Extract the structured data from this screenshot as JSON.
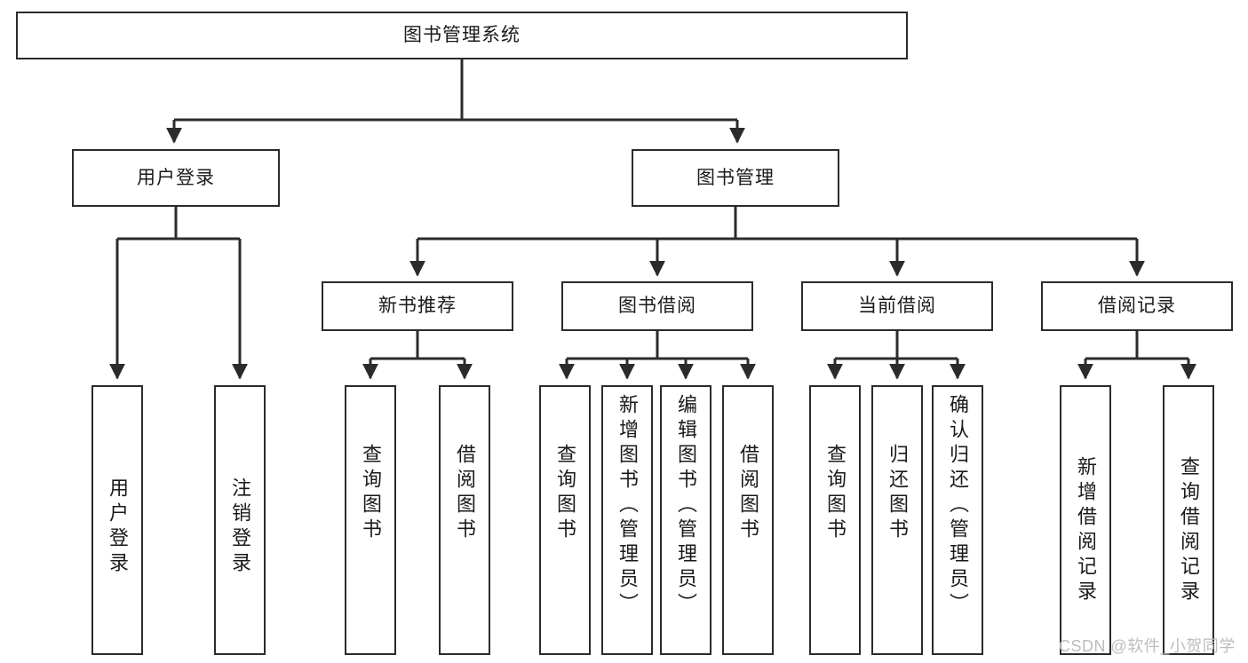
{
  "diagram": {
    "title": "图书管理系统",
    "type": "tree",
    "root": {
      "id": "root",
      "label": "图书管理系统",
      "orientation": "horizontal"
    },
    "level2": [
      {
        "id": "user-login",
        "label": "用户登录",
        "orientation": "horizontal"
      },
      {
        "id": "book-manage",
        "label": "图书管理",
        "orientation": "horizontal"
      }
    ],
    "level3": [
      {
        "id": "new-book-recommend",
        "label": "新书推荐",
        "orientation": "horizontal",
        "parent": "book-manage"
      },
      {
        "id": "book-borrow",
        "label": "图书借阅",
        "orientation": "horizontal",
        "parent": "book-manage"
      },
      {
        "id": "current-borrow",
        "label": "当前借阅",
        "orientation": "horizontal",
        "parent": "book-manage"
      },
      {
        "id": "borrow-record",
        "label": "借阅记录",
        "orientation": "horizontal",
        "parent": "book-manage"
      }
    ],
    "leaves": [
      {
        "id": "leaf-user-login",
        "label": "用户登录",
        "parent": "user-login",
        "orientation": "vertical"
      },
      {
        "id": "leaf-user-logout",
        "label": "注销登录",
        "parent": "user-login",
        "orientation": "vertical"
      },
      {
        "id": "leaf-query-book-1",
        "label": "查询图书",
        "parent": "new-book-recommend",
        "orientation": "vertical"
      },
      {
        "id": "leaf-borrow-book-1",
        "label": "借阅图书",
        "parent": "new-book-recommend",
        "orientation": "vertical"
      },
      {
        "id": "leaf-query-book-2",
        "label": "查询图书",
        "parent": "book-borrow",
        "orientation": "vertical"
      },
      {
        "id": "leaf-add-book",
        "label": "新增图书（管理员）",
        "parent": "book-borrow",
        "orientation": "vertical"
      },
      {
        "id": "leaf-edit-book",
        "label": "编辑图书（管理员）",
        "parent": "book-borrow",
        "orientation": "vertical"
      },
      {
        "id": "leaf-borrow-book-2",
        "label": "借阅图书",
        "parent": "book-borrow",
        "orientation": "vertical"
      },
      {
        "id": "leaf-query-book-3",
        "label": "查询图书",
        "parent": "current-borrow",
        "orientation": "vertical"
      },
      {
        "id": "leaf-return-book",
        "label": "归还图书",
        "parent": "current-borrow",
        "orientation": "vertical"
      },
      {
        "id": "leaf-confirm-return",
        "label": "确认归还（管理员）",
        "parent": "current-borrow",
        "orientation": "vertical"
      },
      {
        "id": "leaf-add-record",
        "label": "新增借阅记录",
        "parent": "borrow-record",
        "orientation": "vertical"
      },
      {
        "id": "leaf-query-record",
        "label": "查询借阅记录",
        "parent": "borrow-record",
        "orientation": "vertical"
      }
    ]
  },
  "watermark": {
    "text": "CSDN @软件_小贺同学"
  },
  "colors": {
    "stroke": "#2b2b2b",
    "background": "#ffffff",
    "text": "#1a1a1a",
    "watermark": "#bdbdbd"
  }
}
